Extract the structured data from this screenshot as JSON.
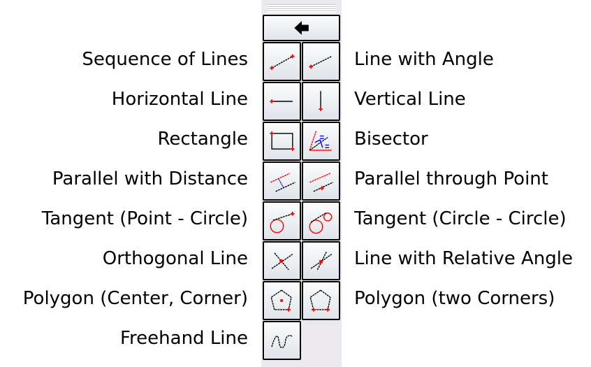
{
  "toolbar": {
    "back_icon": "arrow-left-icon"
  },
  "tools": [
    {
      "left": "Sequence of Lines",
      "right": "Line with Angle"
    },
    {
      "left": "Horizontal Line",
      "right": "Vertical Line"
    },
    {
      "left": "Rectangle",
      "right": "Bisector"
    },
    {
      "left": "Parallel with Distance",
      "right": "Parallel through Point"
    },
    {
      "left": "Tangent (Point - Circle)",
      "right": "Tangent (Circle - Circle)"
    },
    {
      "left": "Orthogonal Line",
      "right": "Line with Relative Angle"
    },
    {
      "left": "Polygon (Center, Corner)",
      "right": "Polygon (two Corners)"
    },
    {
      "left": "Freehand Line"
    }
  ],
  "colors": {
    "accent": "#ff0000",
    "secondary": "#0000ff"
  }
}
